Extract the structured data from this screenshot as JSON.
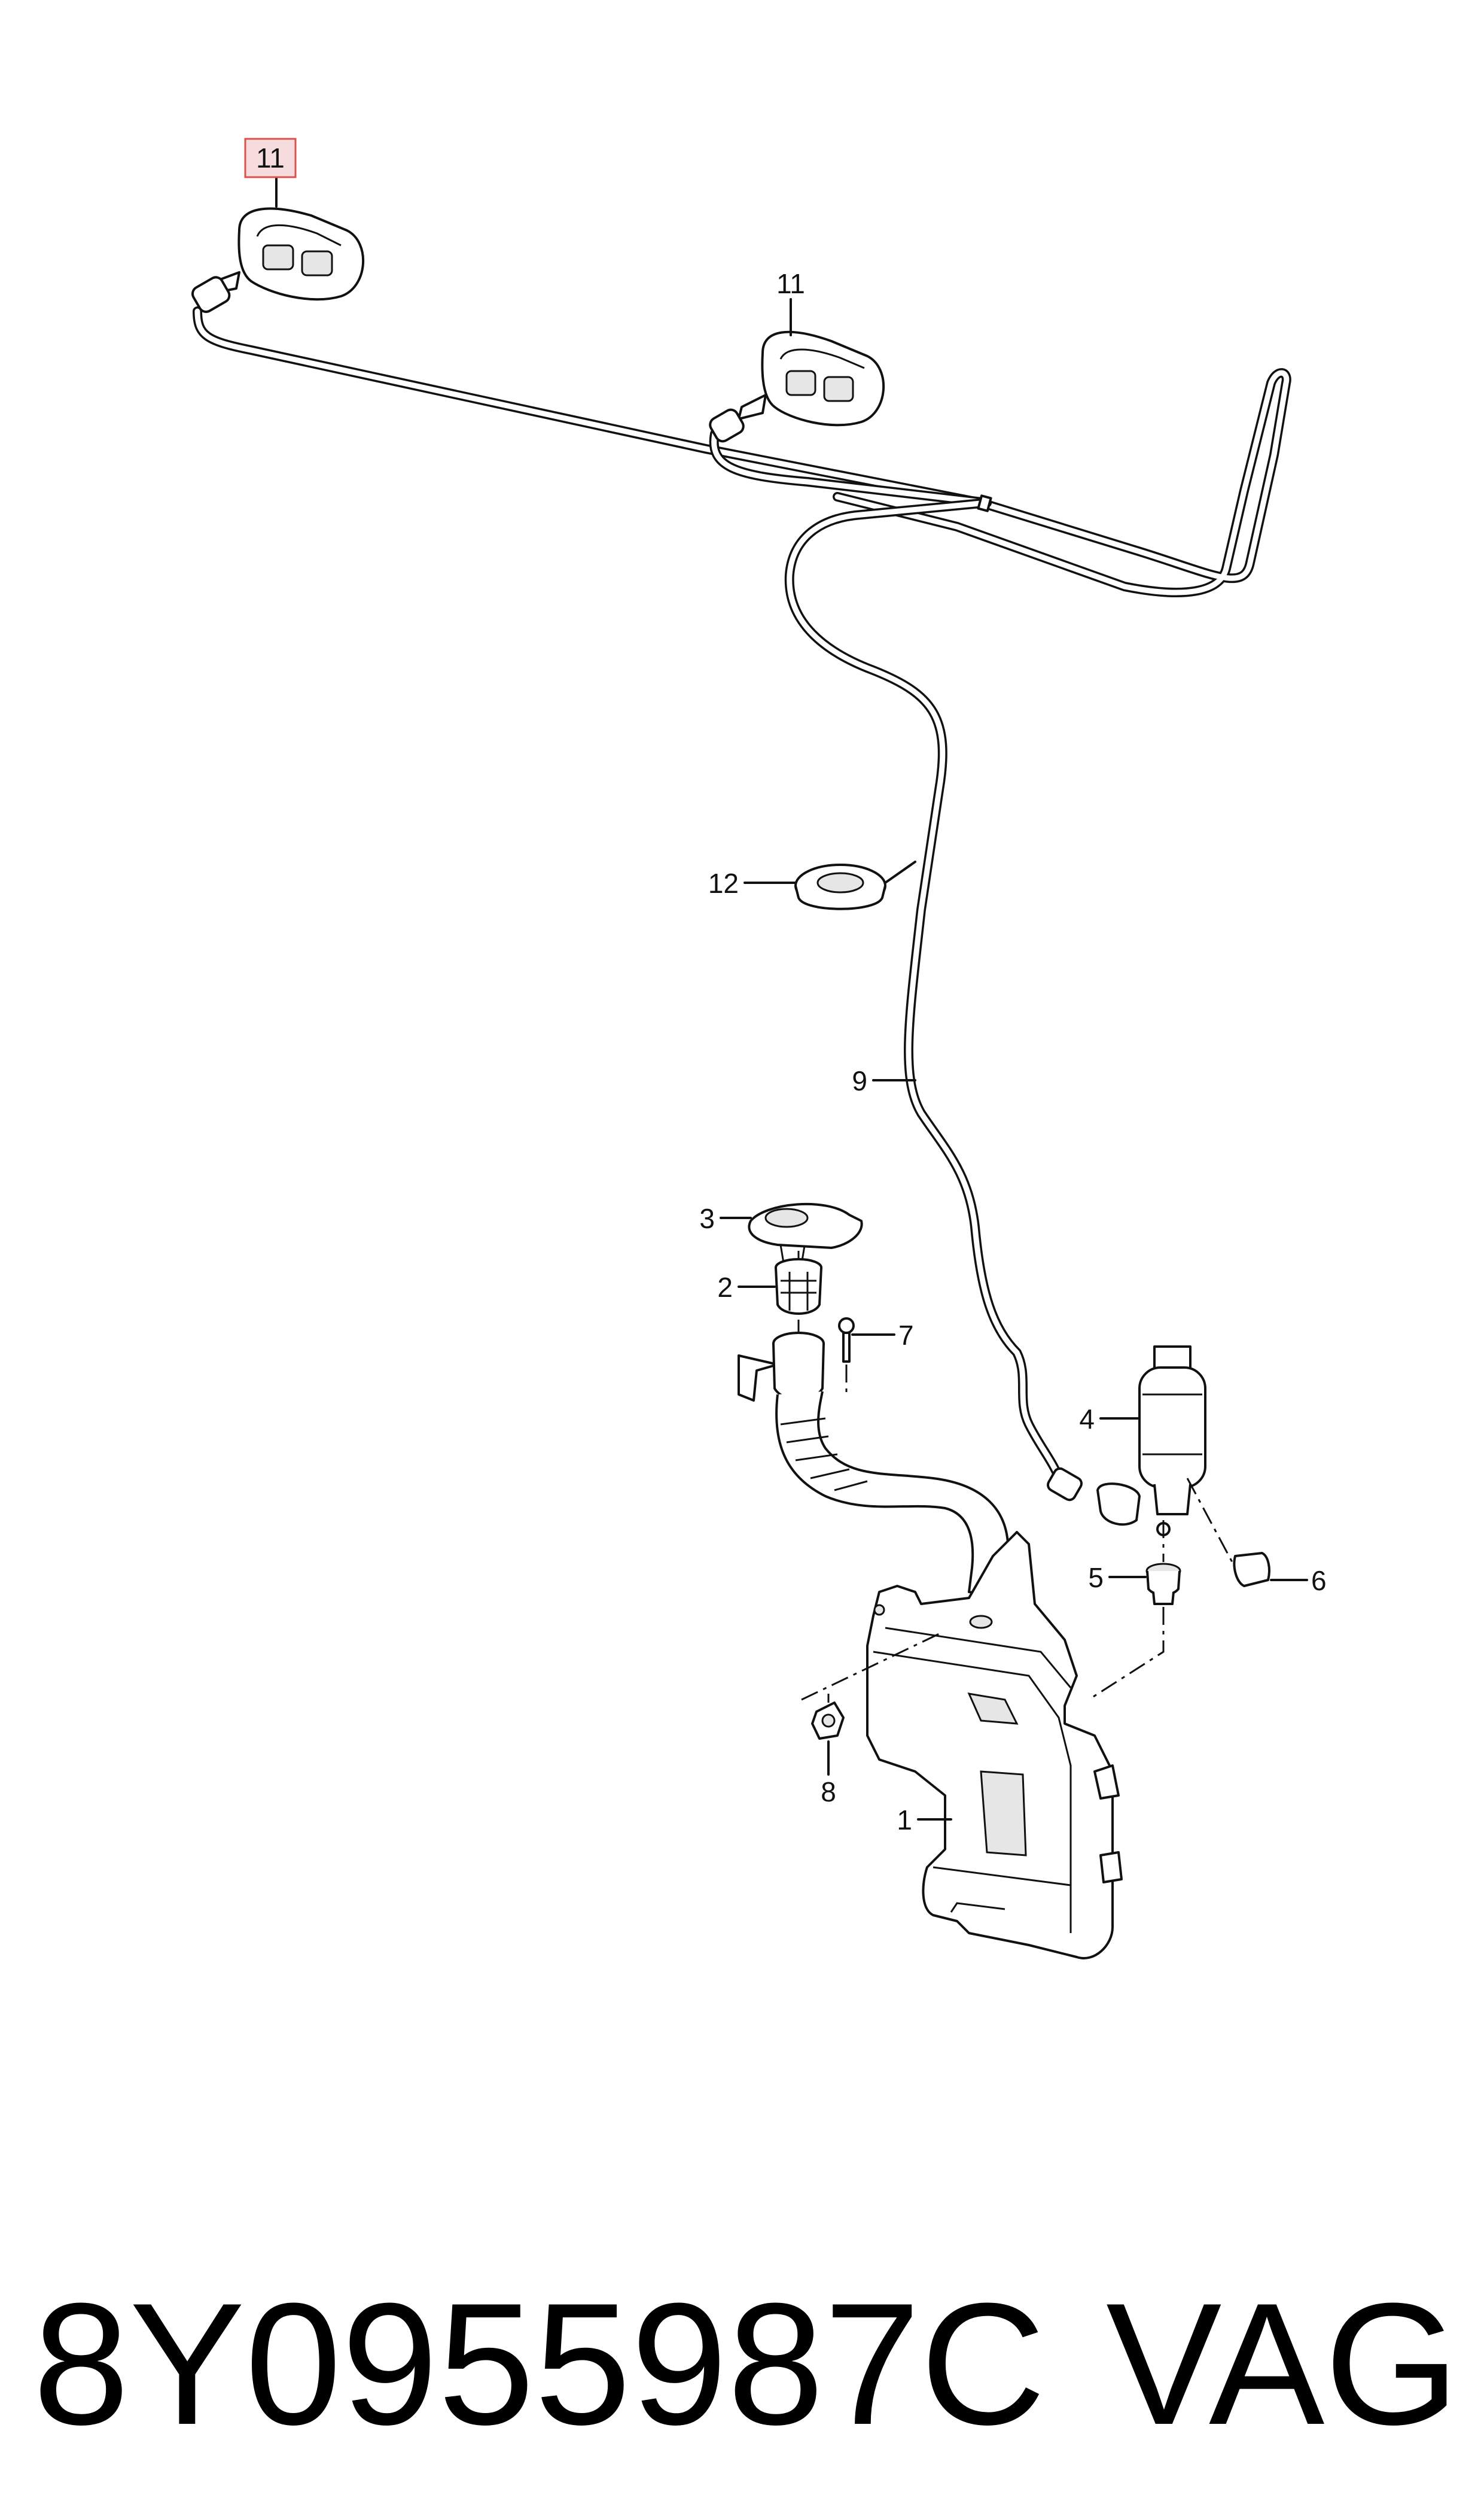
{
  "diagram": {
    "callouts": {
      "c1": "1",
      "c2": "2",
      "c3": "3",
      "c4": "4",
      "c5": "5",
      "c6": "6",
      "c7": "7",
      "c8": "8",
      "c9": "9",
      "c11_highlighted": "11",
      "c11": "11",
      "c12": "12"
    },
    "highlight_color": "#f6dcdc",
    "highlight_border": "#d9534f"
  },
  "footer": {
    "part_number": "8Y0955987C",
    "brand": "VAG"
  }
}
